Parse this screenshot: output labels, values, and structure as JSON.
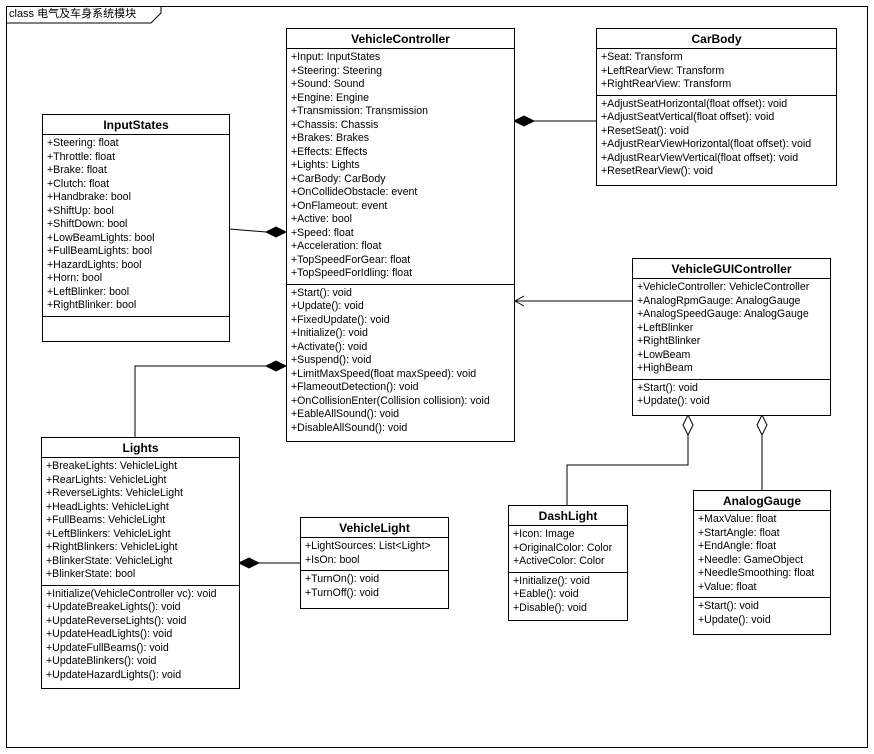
{
  "frame": {
    "label": "class 电气及车身系统模块"
  },
  "classes": {
    "vehicle_controller": {
      "name": "VehicleController",
      "attributes": [
        "+Input: InputStates",
        "+Steering: Steering",
        "+Sound: Sound",
        "+Engine: Engine",
        "+Transmission: Transmission",
        "+Chassis: Chassis",
        "+Brakes: Brakes",
        "+Effects: Effects",
        "+Lights: Lights",
        "+CarBody: CarBody",
        "+OnCollideObstacle: event",
        "+OnFlameout: event",
        "+Active: bool",
        "+Speed: float",
        "+Acceleration: float",
        "+TopSpeedForGear: float",
        "+TopSpeedForIdling: float"
      ],
      "operations": [
        "+Start(): void",
        "+Update(): void",
        "+FixedUpdate(): void",
        "+Initialize(): void",
        "+Activate(): void",
        "+Suspend(): void",
        "+LimitMaxSpeed(float maxSpeed): void",
        "+FlameoutDetection(): void",
        "+OnCollisionEnter(Collision collision): void",
        "+EableAllSound(): void",
        "+DisableAllSound(): void"
      ]
    },
    "car_body": {
      "name": "CarBody",
      "attributes": [
        "+Seat: Transform",
        "+LeftRearView: Transform",
        "+RightRearView: Transform"
      ],
      "operations": [
        "+AdjustSeatHorizontal(float offset): void",
        "+AdjustSeatVertical(float offset): void",
        "+ResetSeat(): void",
        "+AdjustRearViewHorizontal(float offset): void",
        "+AdjustRearViewVertical(float offset): void",
        "+ResetRearView(): void"
      ]
    },
    "input_states": {
      "name": "InputStates",
      "attributes": [
        "+Steering: float",
        "+Throttle: float",
        "+Brake: float",
        "+Clutch: float",
        "+Handbrake: bool",
        "+ShiftUp: bool",
        "+ShiftDown: bool",
        "+LowBeamLights: bool",
        "+FullBeamLights: bool",
        "+HazardLights: bool",
        "+Horn: bool",
        "+LeftBlinker: bool",
        "+RightBlinker: bool"
      ],
      "operations": []
    },
    "vehicle_gui_controller": {
      "name": "VehicleGUIController",
      "attributes": [
        "+VehicleController: VehicleController",
        "+AnalogRpmGauge: AnalogGauge",
        "+AnalogSpeedGauge: AnalogGauge",
        "+LeftBlinker",
        "+RightBlinker",
        "+LowBeam",
        "+HighBeam"
      ],
      "operations": [
        "+Start(): void",
        "+Update(): void"
      ]
    },
    "lights": {
      "name": "Lights",
      "attributes": [
        "+BreakeLights: VehicleLight",
        "+RearLights: VehicleLight",
        "+ReverseLights: VehicleLight",
        "+HeadLights: VehicleLight",
        "+FullBeams: VehicleLight",
        "+LeftBlinkers: VehicleLight",
        "+RightBlinkers: VehicleLight",
        "+BlinkerState: VehicleLight",
        "+BlinkerState: bool"
      ],
      "operations": [
        "+Initialize(VehicleController vc): void",
        "+UpdateBreakeLights(): void",
        "+UpdateReverseLights(): void",
        "+UpdateHeadLights(): void",
        "+UpdateFullBeams(): void",
        "+UpdateBlinkers(): void",
        "+UpdateHazardLights(): void"
      ]
    },
    "vehicle_light": {
      "name": "VehicleLight",
      "attributes": [
        "+LightSources: List<Light>",
        "+IsOn: bool"
      ],
      "operations": [
        "+TurnOn(): void",
        "+TurnOff(): void"
      ]
    },
    "dash_light": {
      "name": "DashLight",
      "attributes": [
        "+Icon: Image",
        "+OriginalColor: Color",
        "+ActiveColor: Color"
      ],
      "operations": [
        "+Initialize(): void",
        "+Eable(): void",
        "+Disable(): void"
      ]
    },
    "analog_gauge": {
      "name": "AnalogGauge",
      "attributes": [
        "+MaxValue: float",
        "+StartAngle: float",
        "+EndAngle: float",
        "+Needle: GameObject",
        "+NeedleSmoothing: float",
        "+Value: float"
      ],
      "operations": [
        "+Start(): void",
        "+Update(): void"
      ]
    }
  },
  "relationships": [
    {
      "from": "VehicleController",
      "to": "CarBody",
      "kind": "composition"
    },
    {
      "from": "VehicleController",
      "to": "InputStates",
      "kind": "composition"
    },
    {
      "from": "VehicleController",
      "to": "Lights",
      "kind": "composition"
    },
    {
      "from": "VehicleGUIController",
      "to": "VehicleController",
      "kind": "association"
    },
    {
      "from": "Lights",
      "to": "VehicleLight",
      "kind": "composition"
    },
    {
      "from": "VehicleGUIController",
      "to": "DashLight",
      "kind": "aggregation"
    },
    {
      "from": "VehicleGUIController",
      "to": "AnalogGauge",
      "kind": "aggregation"
    }
  ],
  "colors": {
    "line": "#000000",
    "background": "#ffffff"
  }
}
